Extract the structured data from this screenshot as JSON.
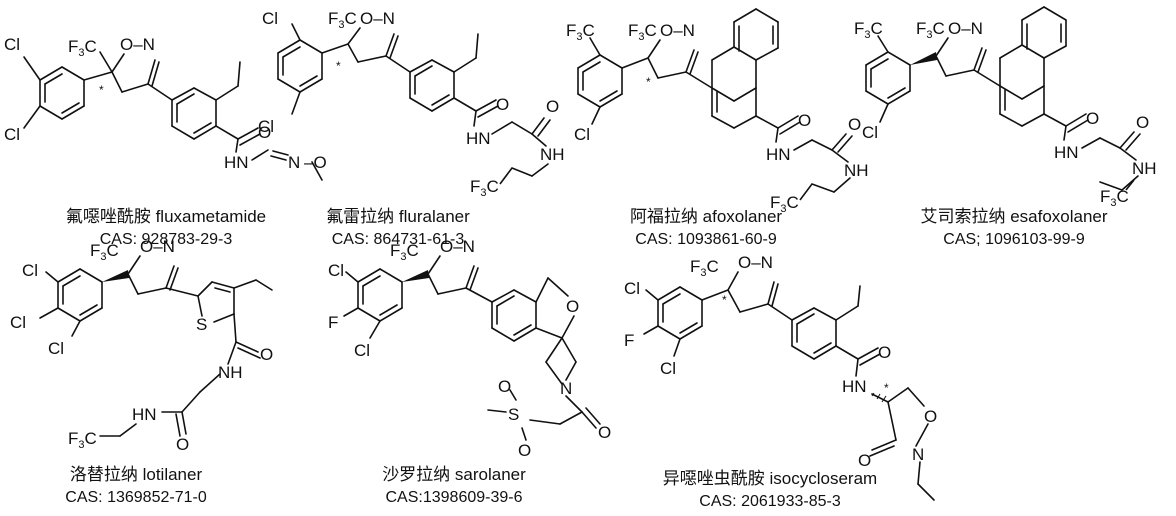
{
  "compounds": [
    {
      "name_cn": "氟噁唑酰胺",
      "name_en": "fluxametamide",
      "cas": "CAS: 928783-29-3"
    },
    {
      "name_cn": "氟雷拉纳",
      "name_en": "fluralaner",
      "cas": "CAS: 864731-61-3"
    },
    {
      "name_cn": "阿福拉纳",
      "name_en": "afoxolaner",
      "cas": "CAS: 1093861-60-9"
    },
    {
      "name_cn": "艾司索拉纳",
      "name_en": "esafoxolaner",
      "cas": "CAS; 1096103-99-9"
    },
    {
      "name_cn": "洛替拉纳",
      "name_en": "lotilaner",
      "cas": "CAS: 1369852-71-0"
    },
    {
      "name_cn": "沙罗拉纳",
      "name_en": "sarolaner",
      "cas": "CAS:1398609-39-6"
    },
    {
      "name_cn": "异噁唑虫酰胺",
      "name_en": "isocycloseram",
      "cas": "CAS: 2061933-85-3"
    }
  ],
  "atoms": {
    "cl": "Cl",
    "f": "F",
    "o": "O",
    "n": "N",
    "s": "S",
    "cf3": "F3C",
    "f3c": "F3C",
    "o_dash_n": "O–N",
    "hn": "HN",
    "nh": "NH",
    "stereo_mark": "*"
  }
}
